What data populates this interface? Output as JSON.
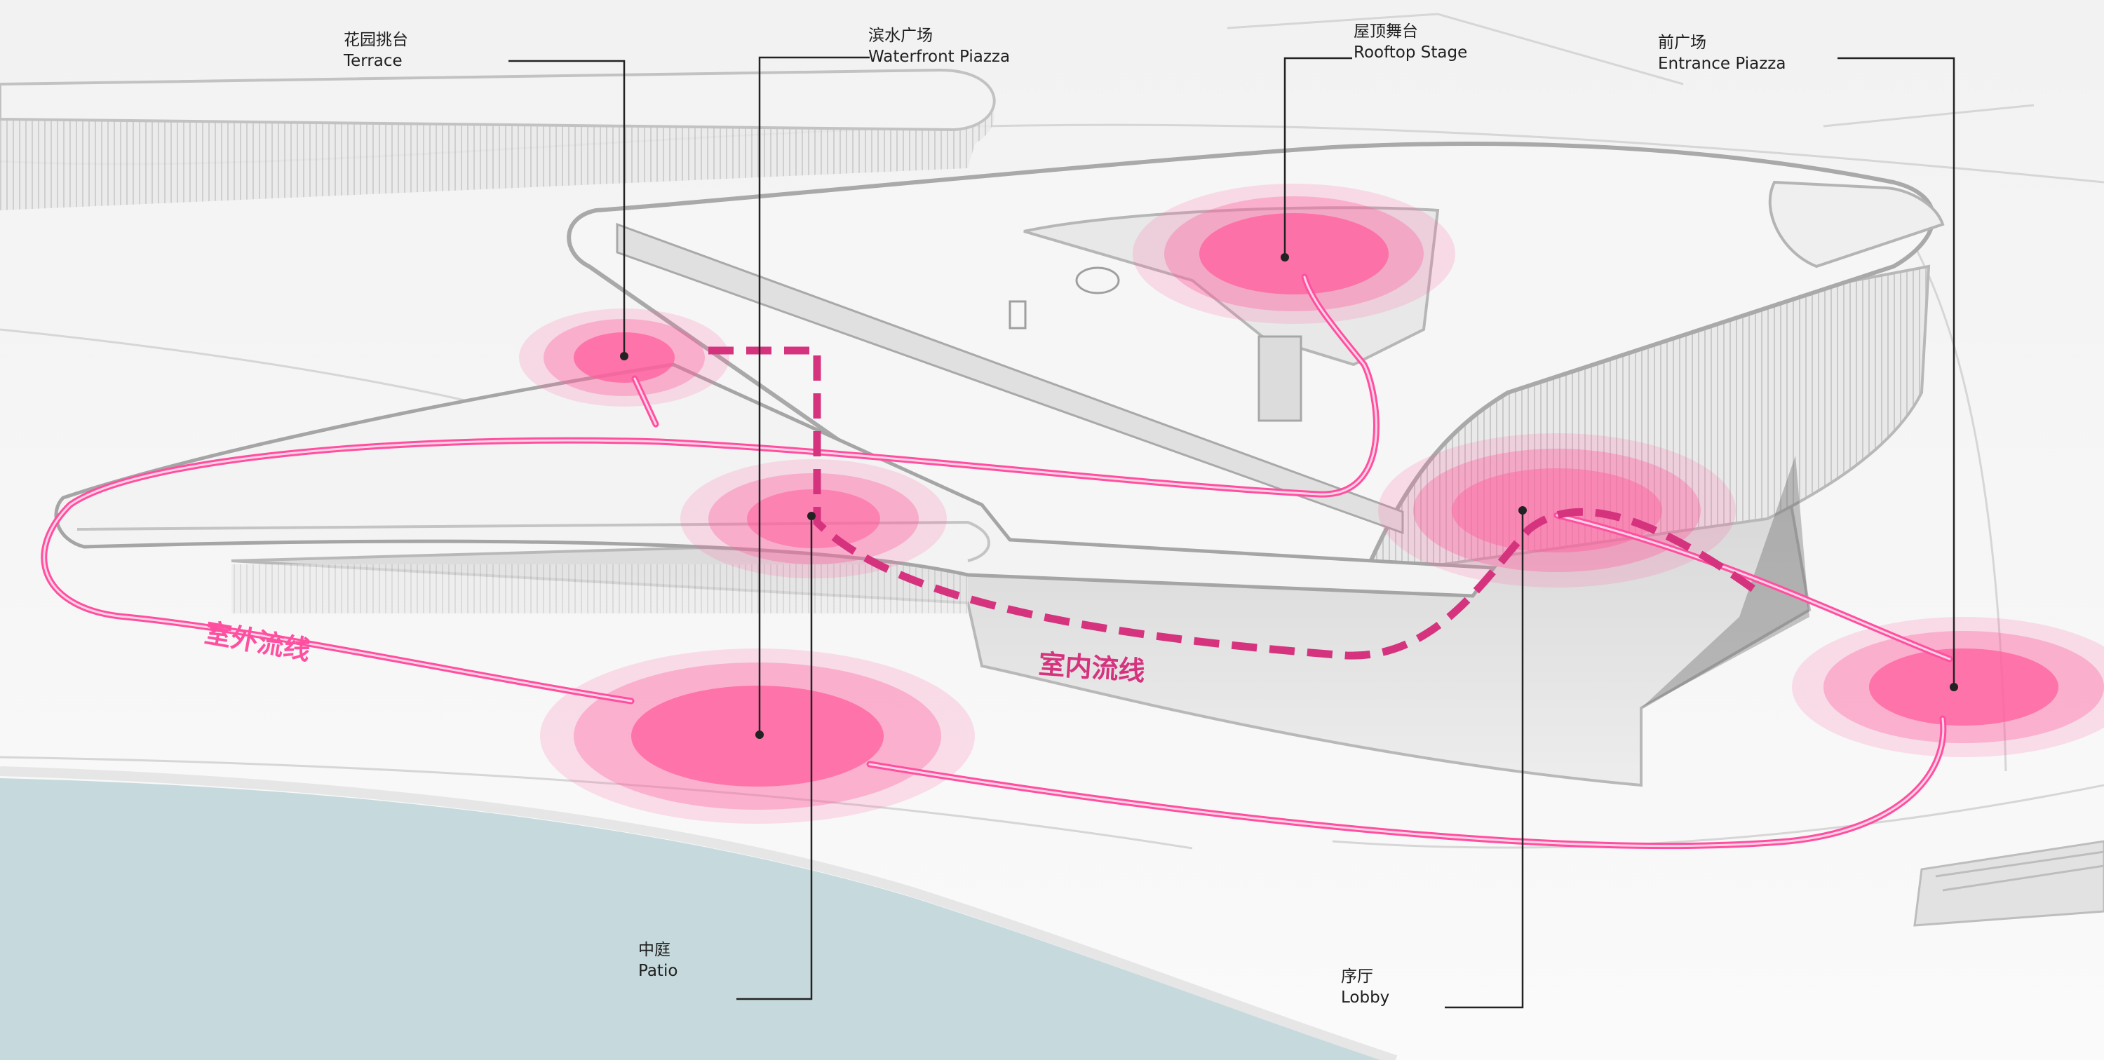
{
  "colors": {
    "accent": "#ff4fa0",
    "accent_dark": "#d6337e",
    "hotspot": "#ff5f9e",
    "water": "#c6d9dc",
    "leader": "#222222"
  },
  "labels": {
    "terrace": {
      "cn": "花园挑台",
      "en": "Terrace"
    },
    "waterfront": {
      "cn": "滨水广场",
      "en": "Waterfront Piazza"
    },
    "rooftop": {
      "cn": "屋顶舞台",
      "en": "Rooftop Stage"
    },
    "entrance": {
      "cn": "前广场",
      "en": "Entrance Piazza"
    },
    "patio": {
      "cn": "中庭",
      "en": "Patio"
    },
    "lobby": {
      "cn": "序厅",
      "en": "Lobby"
    }
  },
  "routes": {
    "outdoor": "室外流线",
    "indoor": "室内流线"
  }
}
